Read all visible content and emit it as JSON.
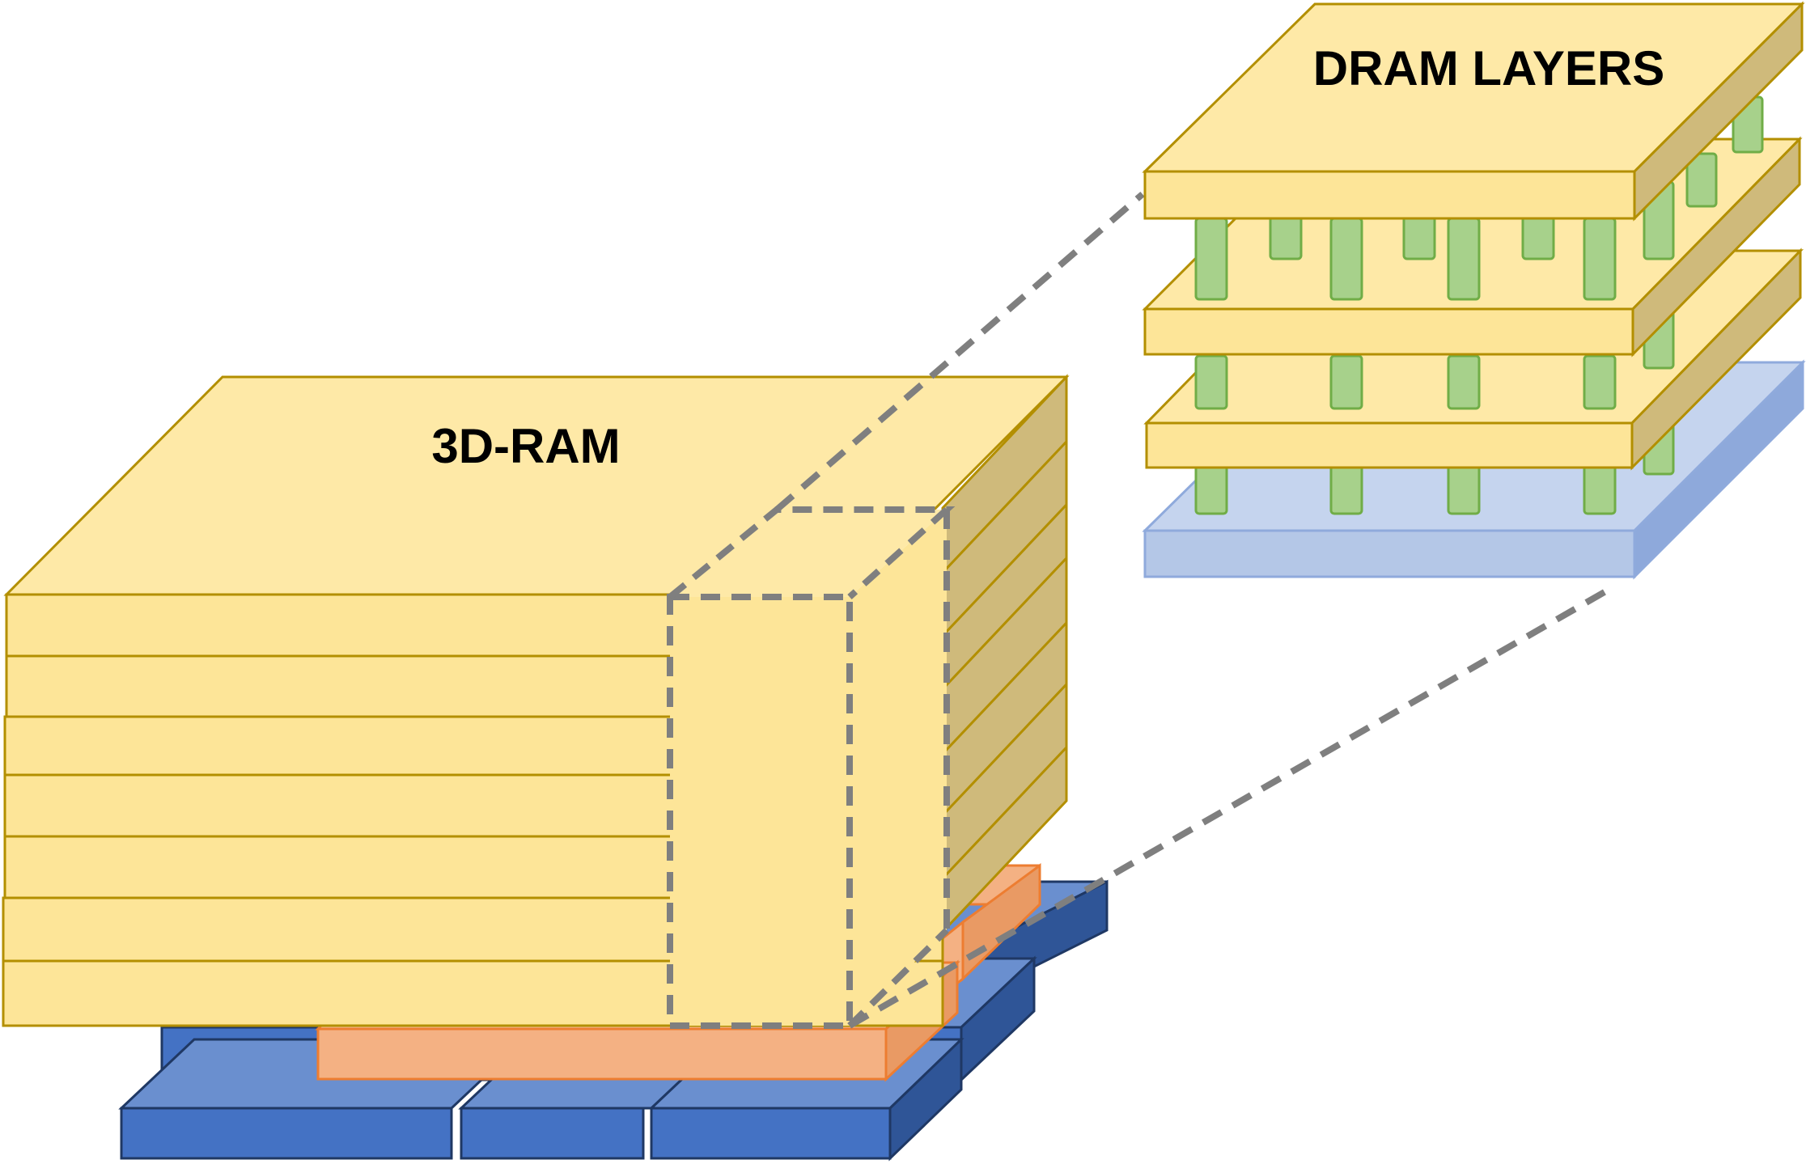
{
  "labels": {
    "main_block": "3D-RAM",
    "zoom_block": "DRAM LAYERS"
  },
  "colors": {
    "dram_front": "#fde598",
    "dram_top": "#fee9a7",
    "dram_side": "#cfba7b",
    "dram_stroke": "#b38f00",
    "pillar_fill": "#a7d18b",
    "pillar_stroke": "#70ad47",
    "logic_front": "#b4c7e7",
    "logic_side": "#8ea9db",
    "logic_stroke": "#8faadc",
    "interposer_front": "#f4b183",
    "interposer_stroke": "#ed7d31",
    "substrate_front": "#4472c4",
    "substrate_top": "#6a8fcf",
    "substrate_side": "#2f5597",
    "substrate_stroke": "#1f3864",
    "dash": "#7f7f7f"
  },
  "structure": {
    "main_stack_layers": 7,
    "zoom_stack_layers": 3
  }
}
